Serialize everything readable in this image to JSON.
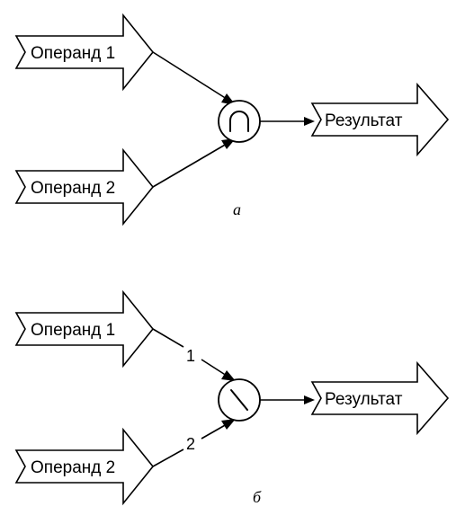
{
  "diagram_a": {
    "operand1": "Операнд 1",
    "operand2": "Операнд 2",
    "result": "Результат",
    "operation_icon": "intersection-icon",
    "caption": "а"
  },
  "diagram_b": {
    "operand1": "Операнд 1",
    "operand2": "Операнд 2",
    "result": "Результат",
    "edge1_label": "1",
    "edge2_label": "2",
    "operation_icon": "difference-icon",
    "caption": "б"
  }
}
